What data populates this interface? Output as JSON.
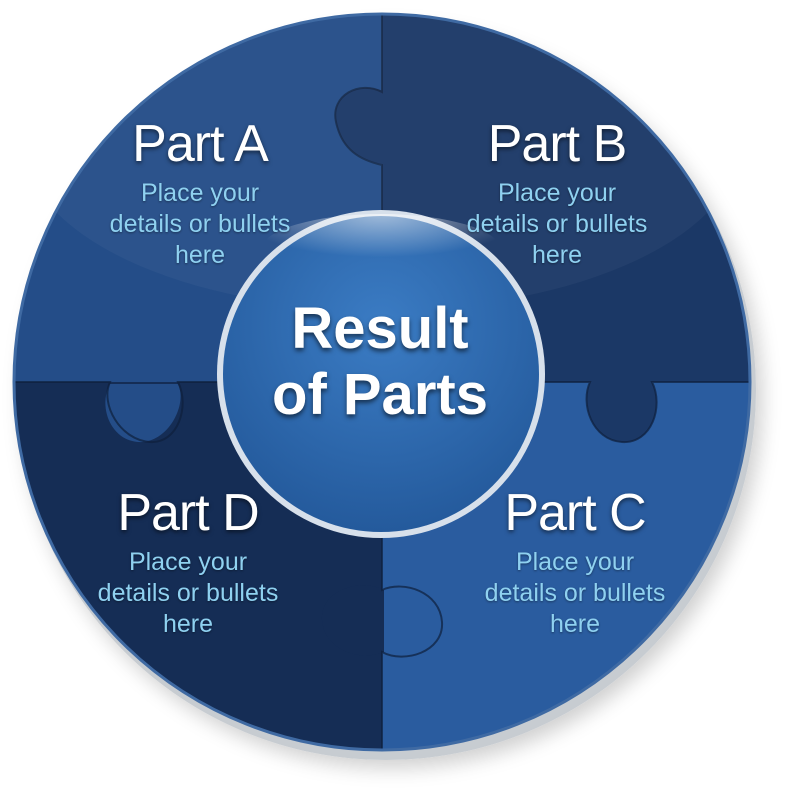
{
  "diagram": {
    "center": {
      "line1": "Result",
      "line2": "of Parts"
    },
    "parts": [
      {
        "title": "Part A",
        "description": "Place your details or bullets here",
        "color": "#244d88"
      },
      {
        "title": "Part B",
        "description": "Place your details or bullets here",
        "color": "#1b3866"
      },
      {
        "title": "Part C",
        "description": "Place your details or bullets here",
        "color": "#2a5c9f"
      },
      {
        "title": "Part D",
        "description": "Place your details or bullets here",
        "color": "#152d55"
      }
    ],
    "colors": {
      "title": "#ffffff",
      "description": "#8fd1f0",
      "center_fill": "#2e68ad",
      "ring": "#cfd8e4"
    }
  }
}
